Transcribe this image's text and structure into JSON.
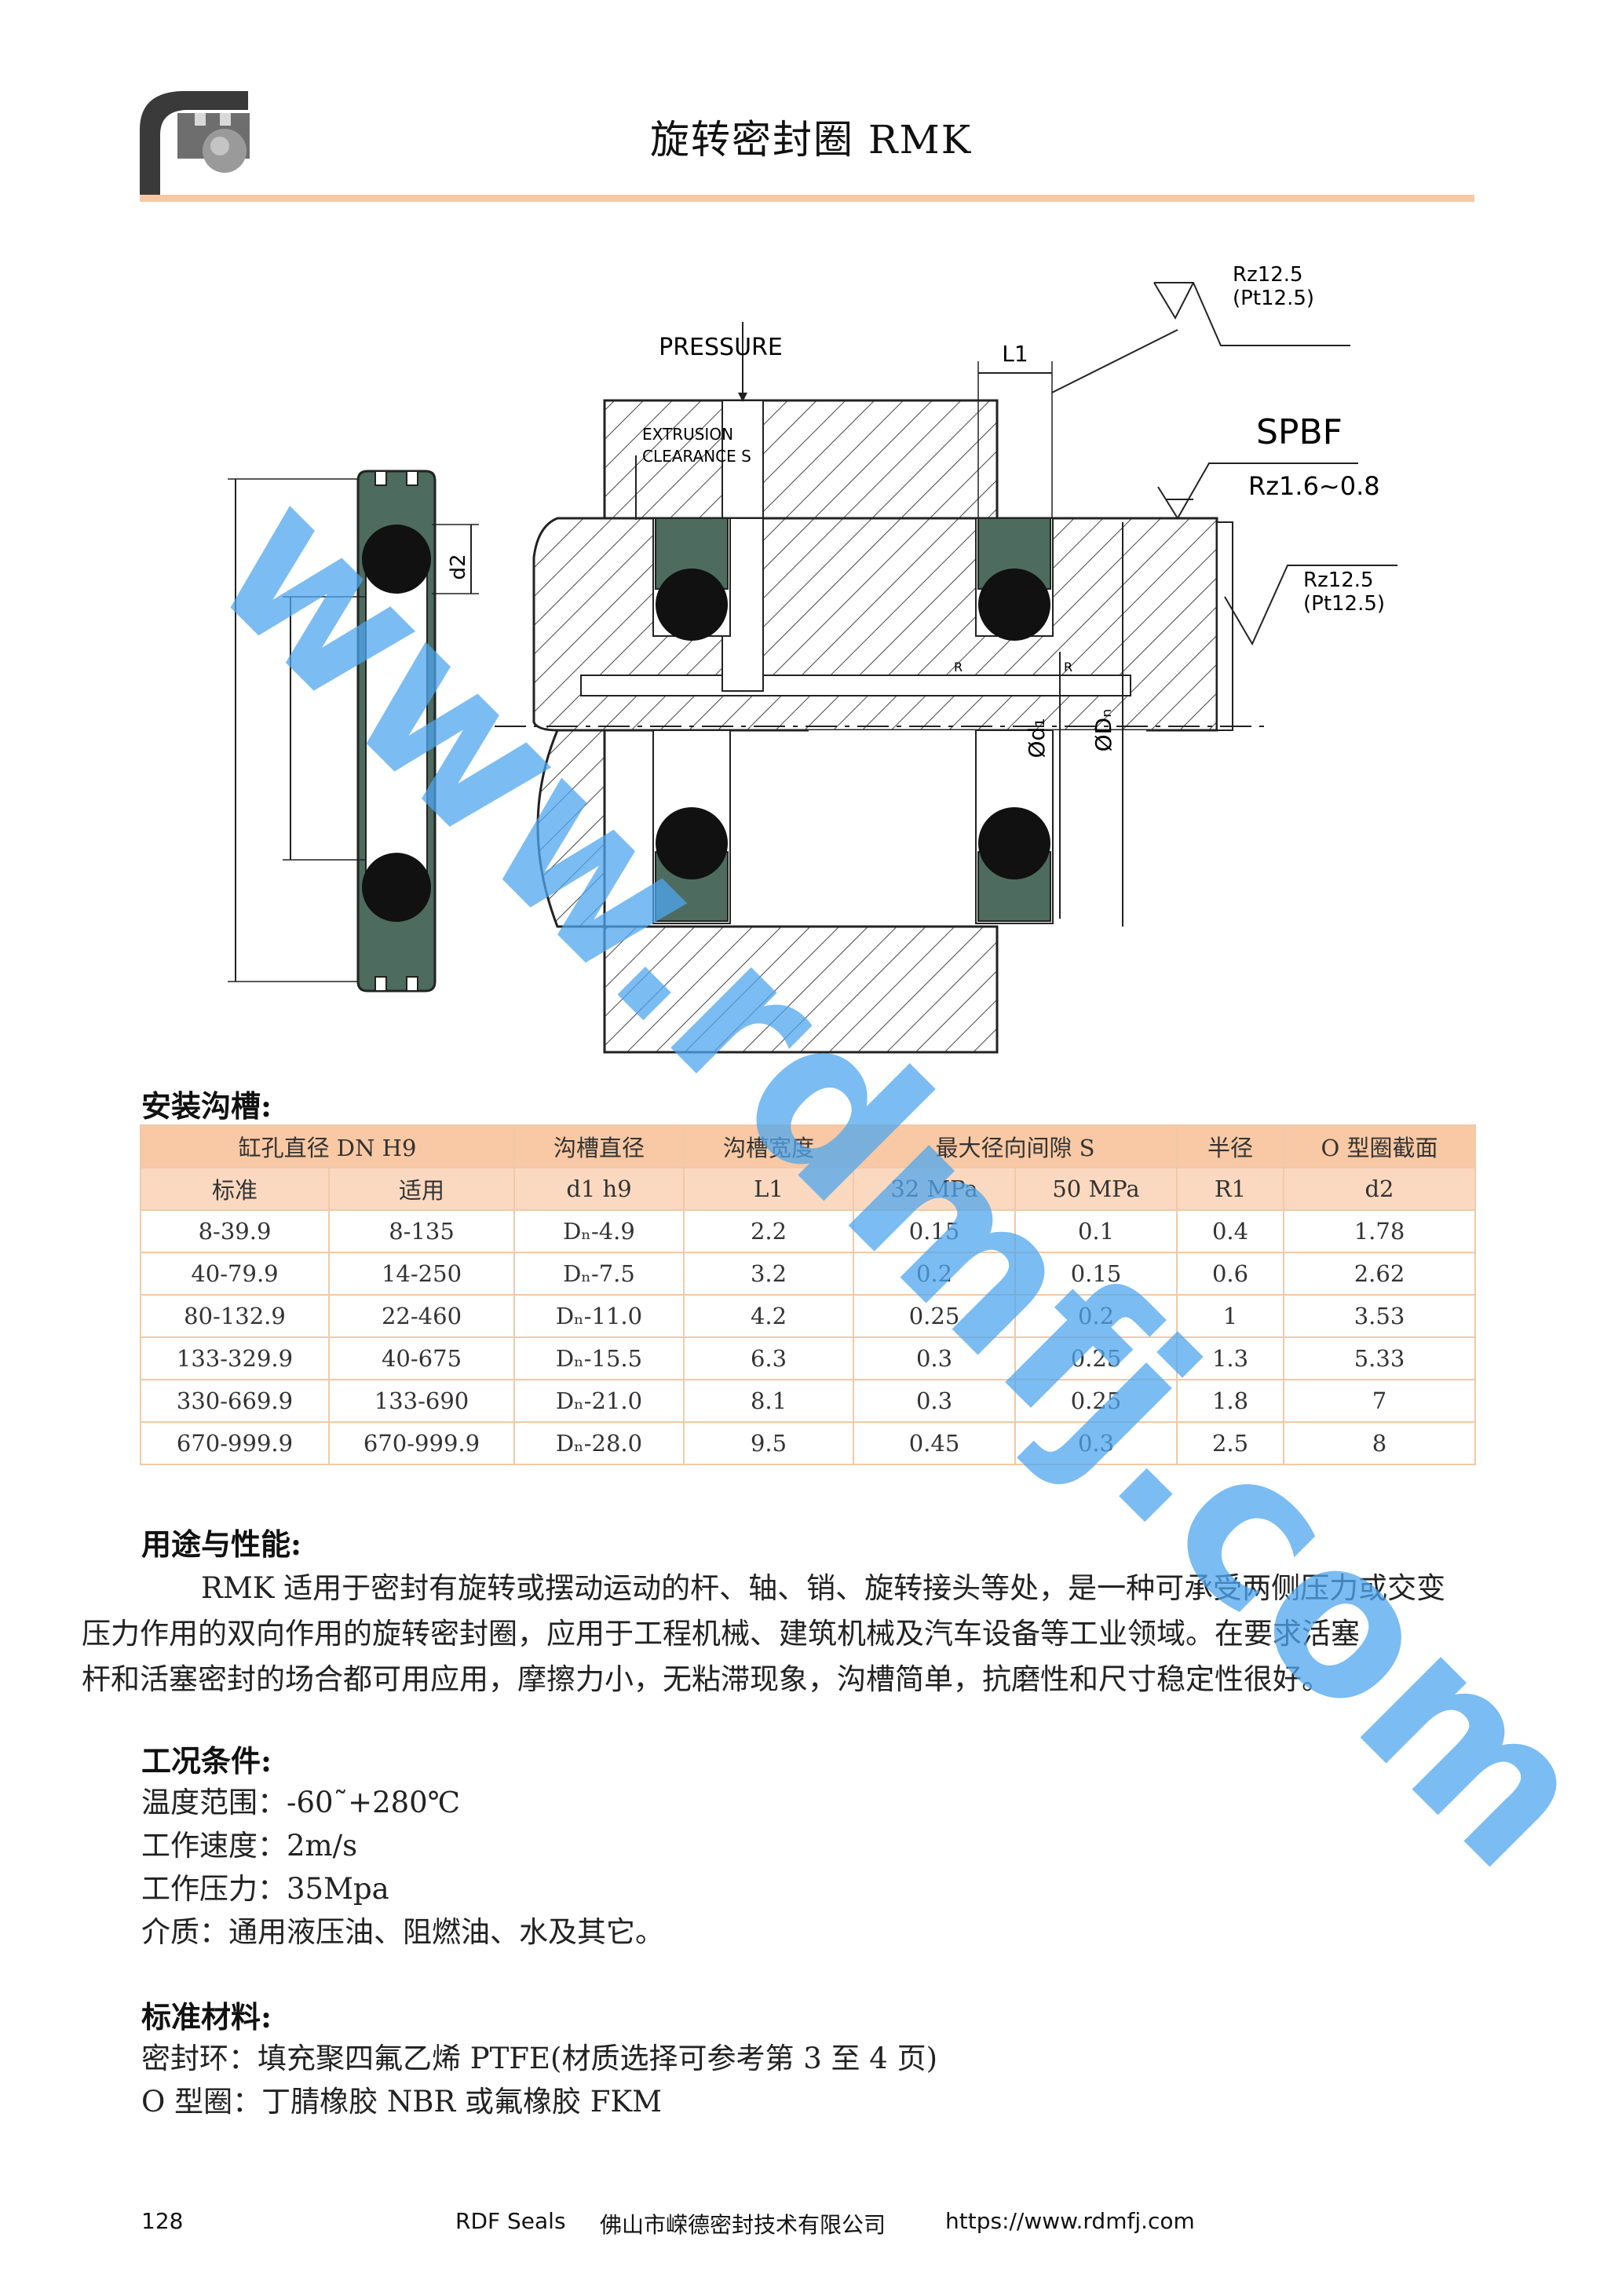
{
  "header": {
    "title": "旋转密封圈 RMK"
  },
  "drawing": {
    "pressure_label": "PRESSURE",
    "extrusion_label_1": "EXTRUSION",
    "extrusion_label_2": "CLEARANCE S",
    "l1_label": "L1",
    "d2_label": "d2",
    "r_label": "R",
    "d1_label": "Ød₁",
    "dn_label": "ØDₙ",
    "roughness_top_1": "Rz12.5",
    "roughness_top_2": "(Pt12.5)",
    "spbf_label": "SPBF",
    "roughness_mid": "Rz1.6~0.8",
    "roughness_right_1": "Rz12.5",
    "roughness_right_2": "(Pt12.5)"
  },
  "groove_section": {
    "heading": "安装沟槽:",
    "header_row_1": [
      "缸孔直径 DN H9",
      "沟槽直径",
      "沟槽宽度",
      "最大径向间隙 S",
      "半径",
      "O 型圈截面"
    ],
    "header_row_2": [
      "标准",
      "适用",
      "d1 h9",
      "L1",
      "32 MPa",
      "50 MPa",
      "R1",
      "d2"
    ],
    "rows": [
      [
        "8-39.9",
        "8-135",
        "Dₙ-4.9",
        "2.2",
        "0.15",
        "0.1",
        "0.4",
        "1.78"
      ],
      [
        "40-79.9",
        "14-250",
        "Dₙ-7.5",
        "3.2",
        "0.2",
        "0.15",
        "0.6",
        "2.62"
      ],
      [
        "80-132.9",
        "22-460",
        "Dₙ-11.0",
        "4.2",
        "0.25",
        "0.2",
        "1",
        "3.53"
      ],
      [
        "133-329.9",
        "40-675",
        "Dₙ-15.5",
        "6.3",
        "0.3",
        "0.25",
        "1.3",
        "5.33"
      ],
      [
        "330-669.9",
        "133-690",
        "Dₙ-21.0",
        "8.1",
        "0.3",
        "0.25",
        "1.8",
        "7"
      ],
      [
        "670-999.9",
        "670-999.9",
        "Dₙ-28.0",
        "9.5",
        "0.45",
        "0.3",
        "2.5",
        "8"
      ]
    ]
  },
  "usage_section": {
    "heading": "用途与性能:",
    "lines": [
      "RMK 适用于密封有旋转或摆动运动的杆、轴、销、旋转接头等处，是一种可承受两侧压力或交变",
      "压力作用的双向作用的旋转密封圈，应用于工程机械、建筑机械及汽车设备等工业领域。在要求活塞",
      "杆和活塞密封的场合都可用应用，摩擦力小，无粘滞现象，沟槽简单，抗磨性和尺寸稳定性很好。"
    ]
  },
  "conditions_section": {
    "heading": "工况条件:",
    "lines": [
      "温度范围：-60˜+280℃",
      "工作速度：2m/s",
      "工作压力：35Mpa",
      "介质：通用液压油、阻燃油、水及其它。"
    ]
  },
  "materials_section": {
    "heading": "标准材料:",
    "lines": [
      "密封环：填充聚四氟乙烯 PTFE(材质选择可参考第 3 至 4 页)",
      "O 型圈：丁腈橡胶 NBR 或氟橡胶 FKM"
    ]
  },
  "footer": {
    "page_number": "128",
    "brand": "RDF Seals",
    "company": "佛山市嵘德密封技术有限公司",
    "url": "https://www.rdmfj.com"
  },
  "watermark": {
    "text": "www.rdmfj.com",
    "color": "#4fa6ee"
  },
  "colors": {
    "accent": "#f6c9a2",
    "seal_ring": "#4d6b5f",
    "oring": "#111111"
  }
}
